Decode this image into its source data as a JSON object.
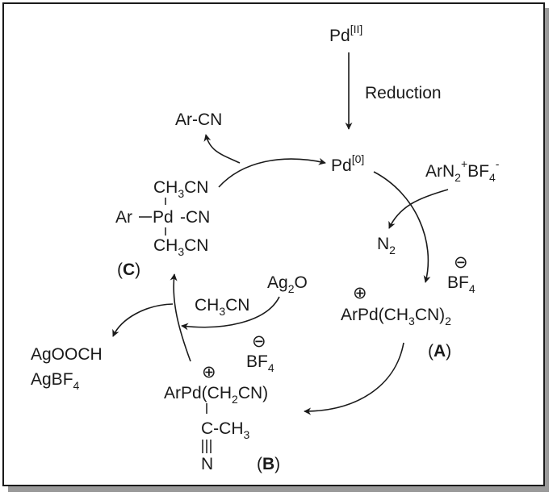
{
  "start": {
    "pd2_base": "Pd",
    "pd2_ox": "[II]",
    "reduction": "Reduction"
  },
  "pd0": {
    "base": "Pd",
    "ox": "[0]"
  },
  "diazonium": {
    "p1": "ArN",
    "s1": "2",
    "sup": "+",
    "p2": "BF",
    "s2": "4",
    "sup2": "-"
  },
  "n2": {
    "base": "N",
    "sub": "2"
  },
  "arcn": "Ar-CN",
  "complex_a": {
    "label": "A",
    "line_p1": "ArPd(CH",
    "line_s1": "3",
    "line_p2": "CN)",
    "line_s2": "2",
    "plus": "⊕",
    "counter_minus": "⊖",
    "counter_base": "BF",
    "counter_sub": "4"
  },
  "complex_b": {
    "label": "B",
    "line_p1": "ArPd(CH",
    "line_s1": "2",
    "line_p2": "CN)",
    "plus": "⊕",
    "carbon_p1": "C-CH",
    "carbon_s1": "3",
    "nitrogen": "N",
    "counter_minus": "⊖",
    "counter_base": "BF",
    "counter_sub": "4"
  },
  "complex_c": {
    "label": "C",
    "top_p1": "CH",
    "top_s1": "3",
    "top_p2": "CN",
    "ar": "Ar",
    "pd": "Pd",
    "cn": "-CN",
    "bot_p1": "CH",
    "bot_s1": "3",
    "bot_p2": "CN"
  },
  "reagents": {
    "ag2o_base": "Ag",
    "ag2o_sub": "2",
    "ag2o_end": "O",
    "ch3cn_p1": "CH",
    "ch3cn_s1": "3",
    "ch3cn_p2": "CN"
  },
  "byproducts": {
    "agooch": "AgOOCH",
    "agbf4_base": "AgBF",
    "agbf4_sub": "4"
  }
}
